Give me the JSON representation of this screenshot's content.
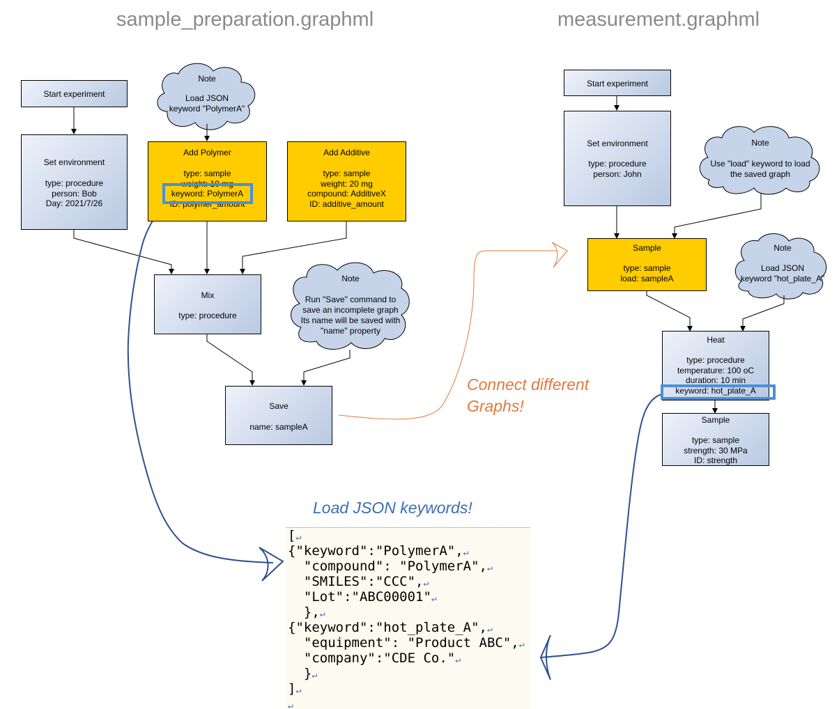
{
  "titles": {
    "left": "sample_preparation.graphml",
    "right": "measurement.graphml"
  },
  "left_graph": {
    "start": {
      "label": "Start experiment"
    },
    "set_env": {
      "label": "Set environment",
      "props": [
        "type: procedure",
        "person: Bob",
        "Day: 2021/7/26"
      ]
    },
    "note1": {
      "title": "Note",
      "lines": [
        "Load JSON",
        "keyword \"PolymerA\""
      ]
    },
    "add_polymer": {
      "label": "Add Polymer",
      "props": [
        "type: sample",
        "weight: 10 mg",
        "keyword: PolymerA",
        "ID: polymer_amount"
      ]
    },
    "add_additive": {
      "label": "Add Additive",
      "props": [
        "type: sample",
        "weight: 20 mg",
        "compound: AdditiveX",
        "ID: additive_amount"
      ]
    },
    "mix": {
      "label": "Mix",
      "props": [
        "type: procedure"
      ]
    },
    "note2": {
      "title": "Note",
      "lines": [
        "Run \"Save\" command to",
        "save an incomplete graph",
        "Its name will be saved with",
        "\"name\" property"
      ]
    },
    "save": {
      "label": "Save",
      "props": [
        "name: sampleA"
      ]
    }
  },
  "right_graph": {
    "start": {
      "label": "Start experiment"
    },
    "set_env": {
      "label": "Set environment",
      "props": [
        "type: procedure",
        "person: John"
      ]
    },
    "note1": {
      "title": "Note",
      "lines": [
        "Use \"load\" keyword to load",
        "the saved graph"
      ]
    },
    "sample1": {
      "label": "Sample",
      "props": [
        "type: sample",
        "load: sampleA"
      ]
    },
    "note2": {
      "title": "Note",
      "lines": [
        "Load JSON",
        "keyword \"hot_plate_A\""
      ]
    },
    "heat": {
      "label": "Heat",
      "props": [
        "type: procedure",
        "temperature: 100 oC",
        "duration: 10 min",
        "keyword: hot_plate_A"
      ]
    },
    "sample2": {
      "label": "Sample",
      "props": [
        "type: sample",
        "strength: 30 MPa",
        "ID: strength"
      ]
    }
  },
  "annotations": {
    "connect": [
      "Connect different",
      "Graphs!"
    ],
    "load_json": "Load JSON keywords!"
  },
  "json_lines": [
    "[",
    "{\"keyword\":\"PolymerA\",",
    "  \"compound\": \"PolymerA\",",
    "  \"SMILES\":\"CCC\",",
    "  \"Lot\":\"ABC00001\"",
    "  },",
    "{\"keyword\":\"hot_plate_A\",",
    "  \"equipment\": \"Product ABC\",",
    "  \"company\":\"CDE Co.\"",
    "  }",
    "]",
    ""
  ],
  "colors": {
    "node_fill_start": "#eef2fa",
    "node_fill_end": "#b9c9e2",
    "yellow": "#ffcc00",
    "cloud_fill": "#c6d4ea",
    "highlight": "#4a90d9",
    "orange": "#e07a3a",
    "navy": "#2f4f8f",
    "json_bg": "#fdfbef"
  }
}
